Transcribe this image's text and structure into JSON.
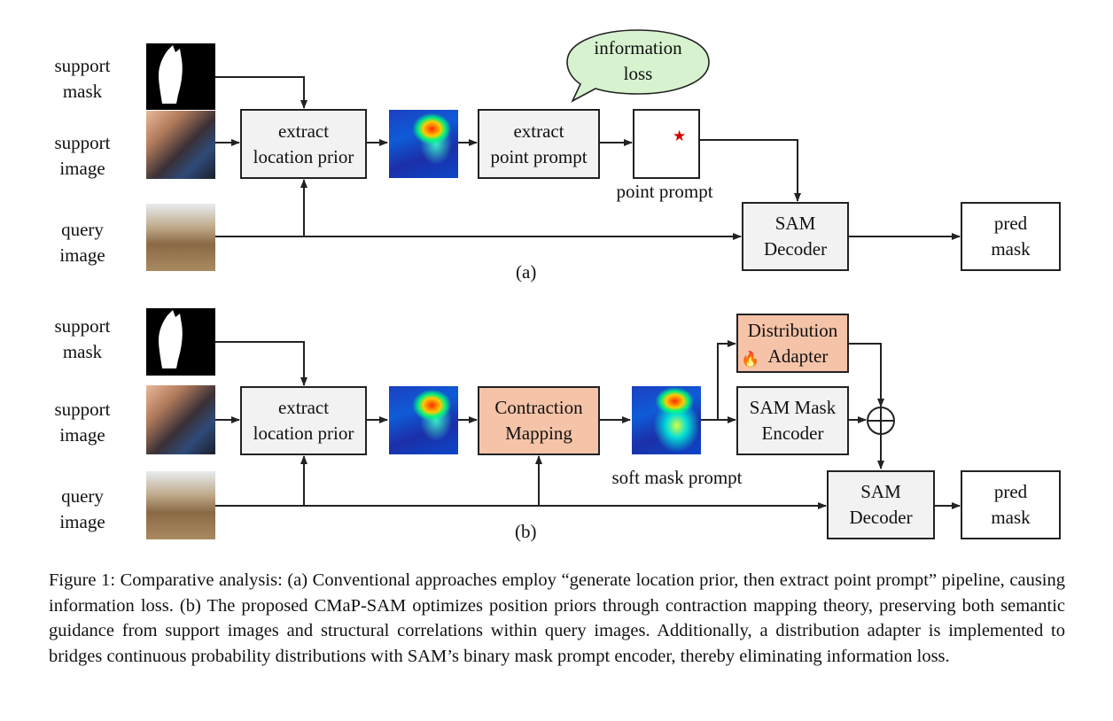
{
  "labels": {
    "support_mask": [
      "support",
      "mask"
    ],
    "support_image": [
      "support",
      "image"
    ],
    "query_image": [
      "query",
      "image"
    ]
  },
  "panel_a": {
    "extract_location_prior": [
      "extract",
      "location prior"
    ],
    "extract_point_prompt": [
      "extract",
      "point prompt"
    ],
    "point_prompt_label": "point prompt",
    "sam_decoder": [
      "SAM",
      "Decoder"
    ],
    "pred_mask": [
      "pred",
      "mask"
    ],
    "bubble": [
      "information",
      "loss"
    ],
    "part_label": "(a)"
  },
  "panel_b": {
    "extract_location_prior": [
      "extract",
      "location prior"
    ],
    "contraction_mapping": [
      "Contraction",
      "Mapping"
    ],
    "soft_mask_prompt_label": "soft mask prompt",
    "distribution_adapter": [
      "Distribution",
      "Adapter"
    ],
    "sam_mask_encoder": [
      "SAM Mask",
      "Encoder"
    ],
    "sam_decoder": [
      "SAM",
      "Decoder"
    ],
    "pred_mask": [
      "pred",
      "mask"
    ],
    "part_label": "(b)"
  },
  "icons": {
    "star": "star-icon",
    "flame": "flame-icon",
    "plus": "circle-plus-icon"
  },
  "colors": {
    "grey_box": "#f2f2f2",
    "salmon_box": "#f5c3a8",
    "bubble_fill": "#d6f2cf",
    "star": "#d40000"
  },
  "caption": "Figure 1: Comparative analysis: (a) Conventional approaches employ “generate location prior, then extract point prompt” pipeline, causing information loss. (b) The proposed CMaP-SAM optimizes position priors through contraction mapping theory, preserving both semantic guidance from support images and structural correlations within query images. Additionally, a distribution adapter is implemented to bridges continuous probability distributions with SAM’s binary mask prompt encoder, thereby eliminating information loss."
}
